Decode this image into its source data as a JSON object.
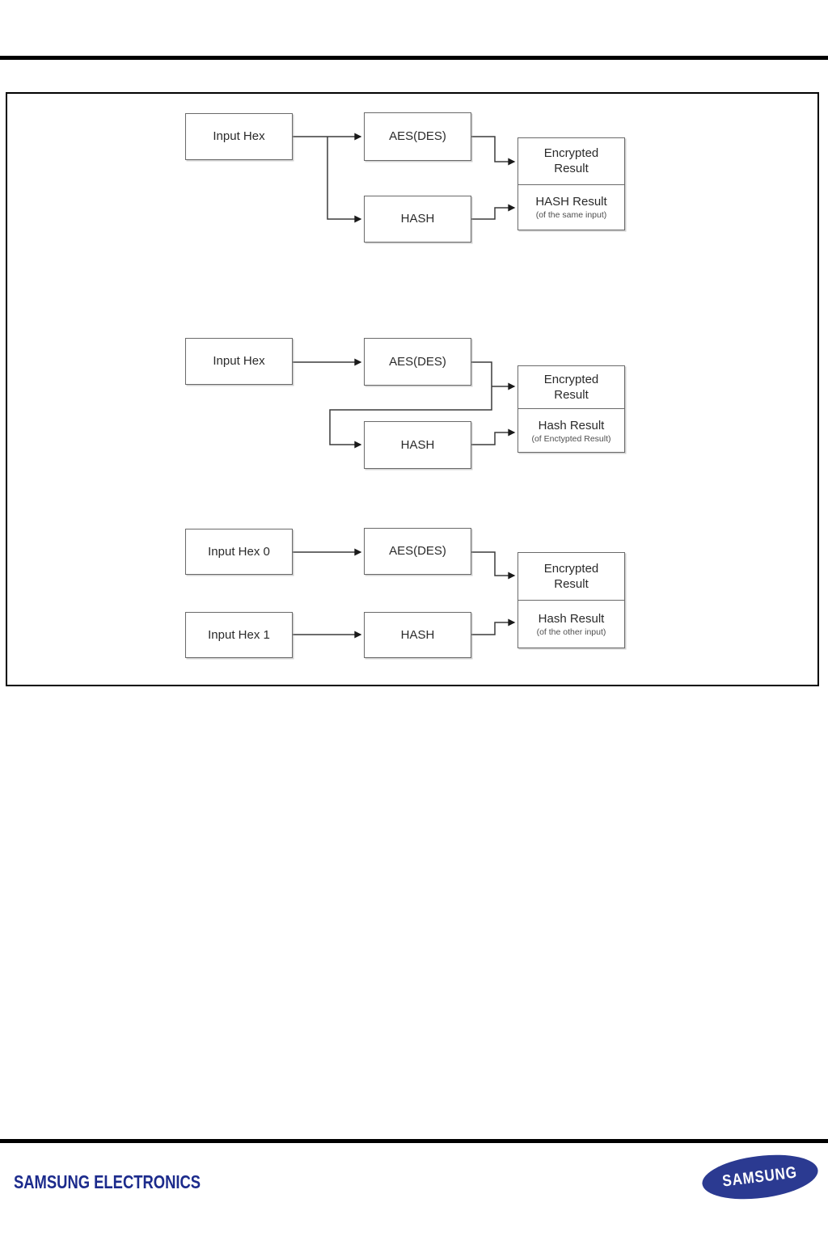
{
  "figure": {
    "diagrams": [
      {
        "input": "Input Hex",
        "cipher": "AES(DES)",
        "hash": "HASH",
        "encrypted_result": "Encrypted Result",
        "hash_result": "HASH Result",
        "hash_result_note": "(of the same input)"
      },
      {
        "input": "Input Hex",
        "cipher": "AES(DES)",
        "hash": "HASH",
        "encrypted_result": "Encrypted Result",
        "hash_result": "Hash Result",
        "hash_result_note": "(of Enctypted Result)"
      },
      {
        "input_0": "Input Hex 0",
        "input_1": "Input Hex 1",
        "cipher": "AES(DES)",
        "hash": "HASH",
        "encrypted_result": "Encrypted Result",
        "hash_result": "Hash Result",
        "hash_result_note": "(of the other input)"
      }
    ]
  },
  "footer": {
    "company": "SAMSUNG ELECTRONICS",
    "logo_text": "SAMSUNG"
  },
  "colors": {
    "samsung_blue": "#2b3a91",
    "footer_text": "#1c2b8c"
  }
}
